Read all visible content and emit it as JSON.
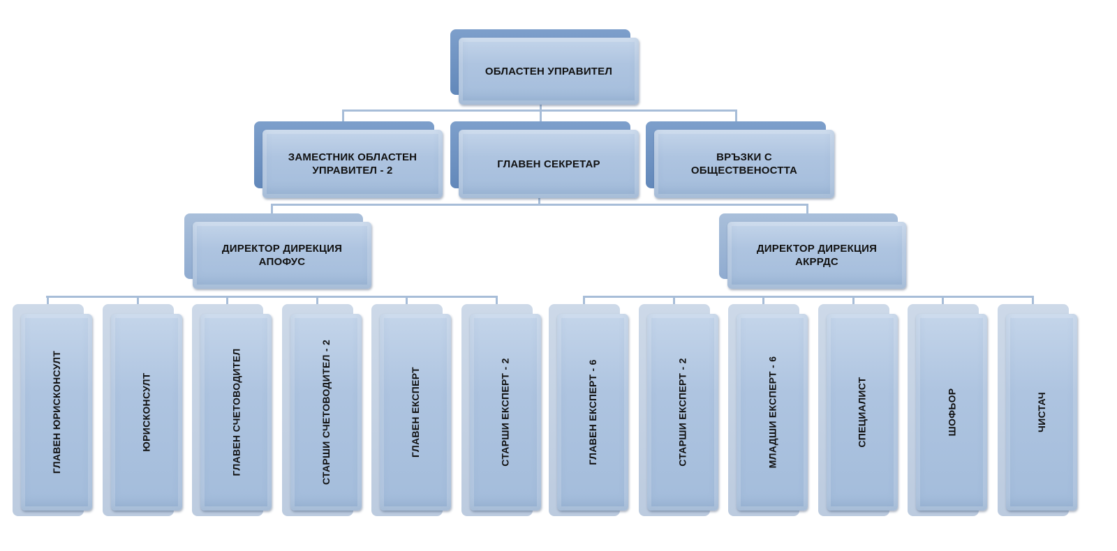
{
  "org_chart": {
    "top": {
      "label": "ОБЛАСТЕН УПРАВИТЕЛ"
    },
    "level2": [
      {
        "label": "ЗАМЕСТНИК ОБЛАСТЕН\nУПРАВИТЕЛ - 2"
      },
      {
        "label": "ГЛАВЕН СЕКРЕТАР"
      },
      {
        "label": "ВРЪЗКИ С\nОБЩЕСТВЕНОСТТА"
      }
    ],
    "directors": [
      {
        "label": "ДИРЕКТОР ДИРЕКЦИЯ\nАПОФУС"
      },
      {
        "label": "ДИРЕКТОР ДИРЕКЦИЯ\nАКРРДС"
      }
    ],
    "apofus_staff": [
      {
        "label": "ГЛАВЕН ЮРИСКОНСУЛТ"
      },
      {
        "label": "ЮРИСКОНСУЛТ"
      },
      {
        "label": "ГЛАВЕН СЧЕТОВОДИТЕЛ"
      },
      {
        "label": "СТАРШИ СЧЕТОВОДИТЕЛ - 2"
      },
      {
        "label": "ГЛАВЕН ЕКСПЕРТ"
      },
      {
        "label": "СТАРШИ ЕКСПЕРТ - 2"
      }
    ],
    "akrrds_staff": [
      {
        "label": "ГЛАВЕН ЕКСПЕРТ - 6"
      },
      {
        "label": "СТАРШИ ЕКСПЕРТ - 2"
      },
      {
        "label": "МЛАДШИ ЕКСПЕРТ - 6"
      },
      {
        "label": "СПЕЦИАЛИСТ"
      },
      {
        "label": "ШОФЬОР"
      },
      {
        "label": "ЧИСТАЧ"
      }
    ]
  },
  "colors": {
    "box": "#a9c0dd",
    "connector": "#a7bdd8",
    "text": "#111111"
  }
}
